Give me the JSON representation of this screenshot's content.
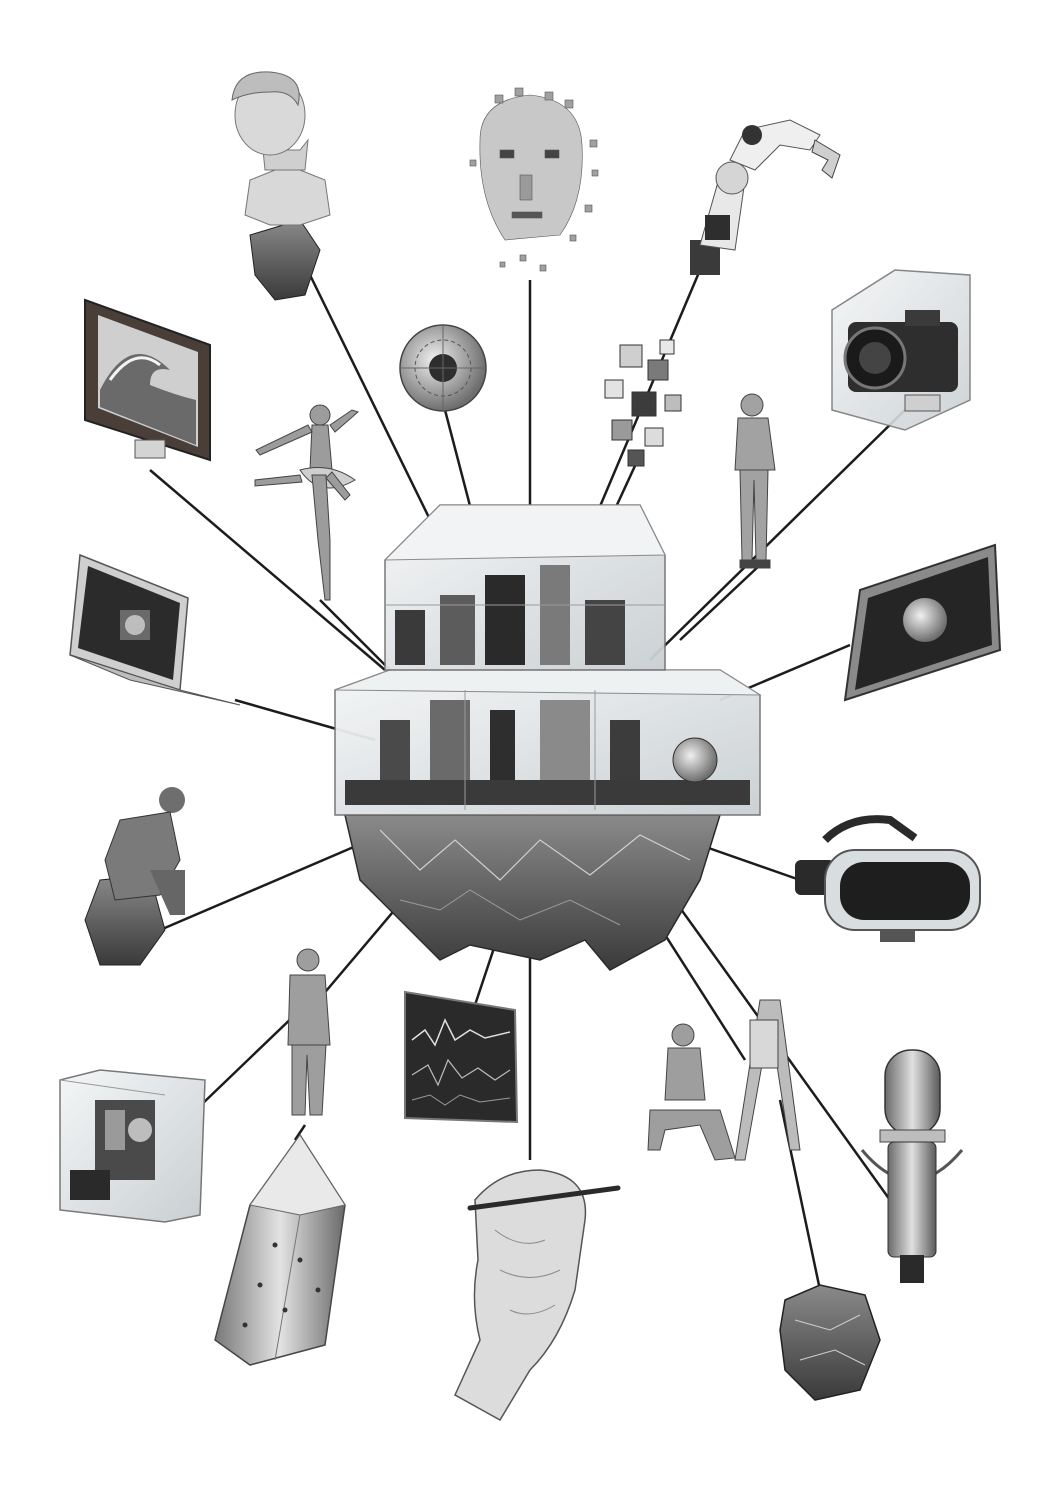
{
  "palette": {
    "background": "#ffffff",
    "ink": "#1c1c1c",
    "stone": "#5e5e5e",
    "stone_light": "#a8a8a8",
    "glass": "#dfe4e6",
    "marble": "#d6d6d6",
    "screen": "#2b2b2b"
  },
  "objects": [
    "classical-bust",
    "voxel-head",
    "robot-arm",
    "framed-wave-painting",
    "ballerina-figure",
    "lattice-sphere",
    "floating-cubes",
    "camera-in-glass-box",
    "standing-man-figure",
    "laptop",
    "tablet",
    "thinker-statue",
    "vr-headset",
    "glass-machine-cube",
    "hoodie-man-figure",
    "data-monitor",
    "painter-at-easel",
    "crystal-prism",
    "drawing-hand",
    "studio-microphone",
    "rock",
    "central-glass-structure"
  ]
}
